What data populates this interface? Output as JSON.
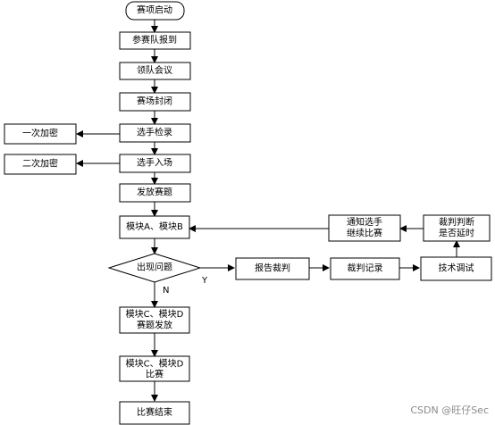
{
  "nodes": {
    "start": "赛项启动",
    "checkin": "参赛队报到",
    "leader_meeting": "领队会议",
    "venue_sealed": "赛场封闭",
    "contestant_check": "选手检录",
    "first_encryption": "一次加密",
    "contestant_entry": "选手入场",
    "second_encryption": "二次加密",
    "distribute_questions": "发放赛题",
    "module_ab": "模块A、模块B",
    "problem_occurs": "出现问题",
    "report_referee": "报告裁判",
    "referee_record": "裁判记录",
    "tech_debug": "技术调试",
    "referee_decision_1": "裁判判断",
    "referee_decision_2": "是否延时",
    "notify_1": "通知选手",
    "notify_2": "继续比赛",
    "module_cd_questions_1": "模块C、模块D",
    "module_cd_questions_2": "赛题发放",
    "module_cd_contest_1": "模块C、模块D",
    "module_cd_contest_2": "比赛",
    "contest_end": "比赛结束"
  },
  "labels": {
    "yes": "Y",
    "no": "N"
  },
  "watermark": "CSDN @旺仔Sec"
}
